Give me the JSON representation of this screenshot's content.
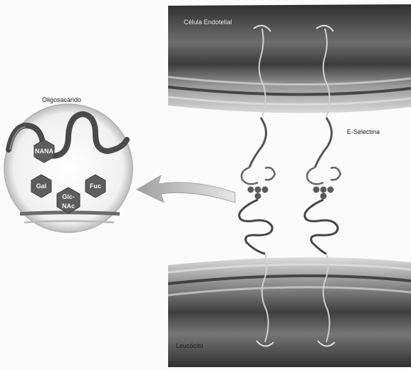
{
  "labels": {
    "endothelial_cell": "Célula Endotelial",
    "e_selectin": "E-Selectina",
    "oligosaccharide": "Oligosacárido",
    "leukocyte": "Leucócito"
  },
  "sugars": {
    "nana": "NANA",
    "gal": "Gal",
    "fuc": "Fuc",
    "glcnac_line1": "Glc-",
    "glcnac_line2": "NAc"
  },
  "colors": {
    "membrane_dark": "#3a3a3a",
    "membrane_mid": "#7a7a7a",
    "membrane_light": "#c9c9c9",
    "sugar_fill": "#5e5e5e",
    "arrow": "#bdbdbd",
    "background": "#fbfbfb"
  }
}
